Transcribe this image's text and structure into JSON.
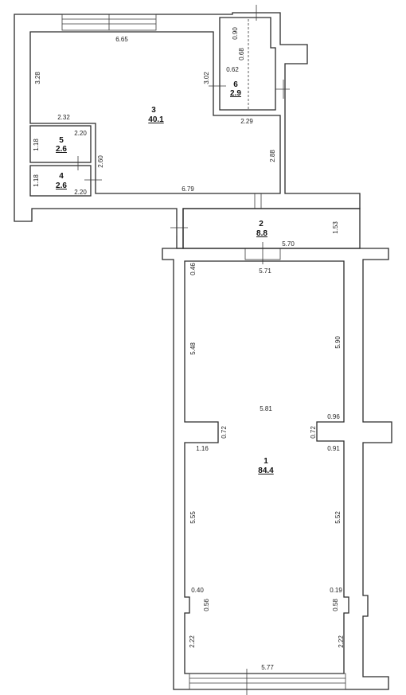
{
  "rooms": [
    {
      "number": "1",
      "area": "84.4"
    },
    {
      "number": "2",
      "area": "8.8"
    },
    {
      "number": "3",
      "area": "40.1"
    },
    {
      "number": "4",
      "area": "2.6"
    },
    {
      "number": "5",
      "area": "2.6"
    },
    {
      "number": "6",
      "area": "2.9"
    }
  ],
  "dimensions": {
    "r3_top": "6.65",
    "r3_left": "3.28",
    "r3_mid": "3.02",
    "r3_inner": "2.32",
    "r3_right": "2.88",
    "r3_bottom": "6.79",
    "r3_cut": "2.29",
    "r6_a": "0.90",
    "r6_b": "0.68",
    "r6_c": "0.62",
    "r5_top": "2.20",
    "r5_side": "1.18",
    "r4_side": "1.18",
    "r4_bottom": "2.20",
    "r45_right": "2.60",
    "r2_bottom": "5.70",
    "r2_right": "1.53",
    "r1_top": "5.71",
    "r1_nw": "0.46",
    "r1_left_upper": "5.48",
    "r1_right_upper": "5.90",
    "r1_mid": "5.81",
    "r1_ne": "0.96",
    "r1_left_notch": "0.72",
    "r1_right_notch": "0.72",
    "r1_left_offset": "1.16",
    "r1_right_offset": "0.91",
    "r1_left_lower": "5.55",
    "r1_right_lower": "5.52",
    "r1_left_small": "0.40",
    "r1_right_small": "0.19",
    "r1_left_tiny": "0.56",
    "r1_right_tiny": "0.58",
    "r1_left_bottom": "2.22",
    "r1_right_bottom": "2.22",
    "r1_bottom": "5.77"
  }
}
